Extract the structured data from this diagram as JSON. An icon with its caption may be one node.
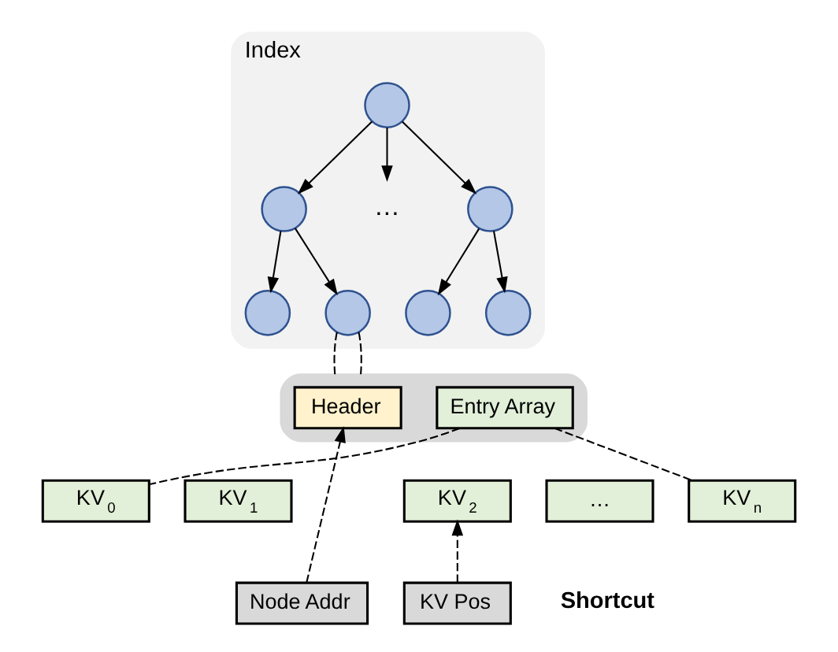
{
  "diagram": {
    "nodes": [
      {
        "text": [
          "Index"
        ]
      },
      {
        "text": [],
        "shape": "circle",
        "in": 0
      },
      {
        "text": [],
        "shape": "circle",
        "in": 0
      },
      {
        "text": [
          "…"
        ],
        "in": 0
      },
      {
        "text": [],
        "shape": "circle",
        "in": 0
      },
      {
        "text": [],
        "shape": "circle",
        "in": 0
      },
      {
        "text": [],
        "shape": "circle",
        "in": 0
      },
      {
        "text": [],
        "shape": "circle",
        "in": 0
      },
      {
        "text": [],
        "shape": "circle",
        "in": 0
      },
      {
        "text": [],
        "shape": "box"
      },
      {
        "text": [
          "Header"
        ],
        "in": 9
      },
      {
        "text": [
          "Entry Array"
        ],
        "in": 9
      },
      {
        "text": [
          "KV$_{0}$"
        ]
      },
      {
        "text": [
          "KV$_{1}$"
        ]
      },
      {
        "text": [
          "KV$_{2}$"
        ]
      },
      {
        "text": [
          "…"
        ]
      },
      {
        "text": [
          "KV$_{n}$"
        ]
      },
      {
        "text": [
          "Node Addr"
        ]
      },
      {
        "text": [
          "KV Pos"
        ]
      }
    ],
    "edges": [
      {
        "from": 1,
        "to": 2,
        "arrow": "to"
      },
      {
        "from": 1,
        "to": 3,
        "arrow": "to"
      },
      {
        "from": 1,
        "to": 4,
        "arrow": "to"
      },
      {
        "from": 2,
        "to": 5,
        "arrow": "to"
      },
      {
        "from": 2,
        "to": 6,
        "arrow": "to"
      },
      {
        "from": 4,
        "to": 7,
        "arrow": "to"
      },
      {
        "from": 4,
        "to": 8,
        "arrow": "to"
      },
      {
        "from": 6,
        "to": 9,
        "arrow": "none",
        "style": "dashed"
      },
      {
        "from": 6,
        "to": 9,
        "arrow": "none",
        "style": "dashed"
      },
      {
        "from": 11,
        "to": 12,
        "arrow": "none",
        "style": "dashed"
      },
      {
        "from": 11,
        "to": 16,
        "arrow": "none",
        "style": "dashed"
      },
      {
        "from": 17,
        "to": 10,
        "arrow": "to",
        "style": "dashed"
      },
      {
        "from": 18,
        "to": 14,
        "arrow": "to",
        "style": "dashed"
      }
    ],
    "labels": [
      "**Shortcut**"
    ]
  }
}
